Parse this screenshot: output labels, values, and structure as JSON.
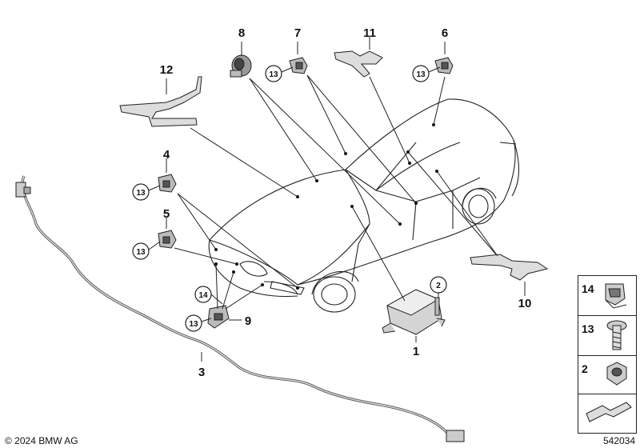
{
  "labels": {
    "part_1": "1",
    "part_2": "2",
    "part_3": "3",
    "part_4": "4",
    "part_5": "5",
    "part_6": "6",
    "part_7": "7",
    "part_8": "8",
    "part_9": "9",
    "part_10": "10",
    "part_11": "11",
    "part_12": "12",
    "part_13": "13",
    "part_14": "14"
  },
  "legend": {
    "row1": "14",
    "row2": "13",
    "row3": "2"
  },
  "footer": {
    "copyright": "© 2024 BMW AG",
    "diagram_id": "542034"
  },
  "colors": {
    "line": "#222222",
    "part_fill": "#d9d9d9",
    "background": "#ffffff"
  }
}
